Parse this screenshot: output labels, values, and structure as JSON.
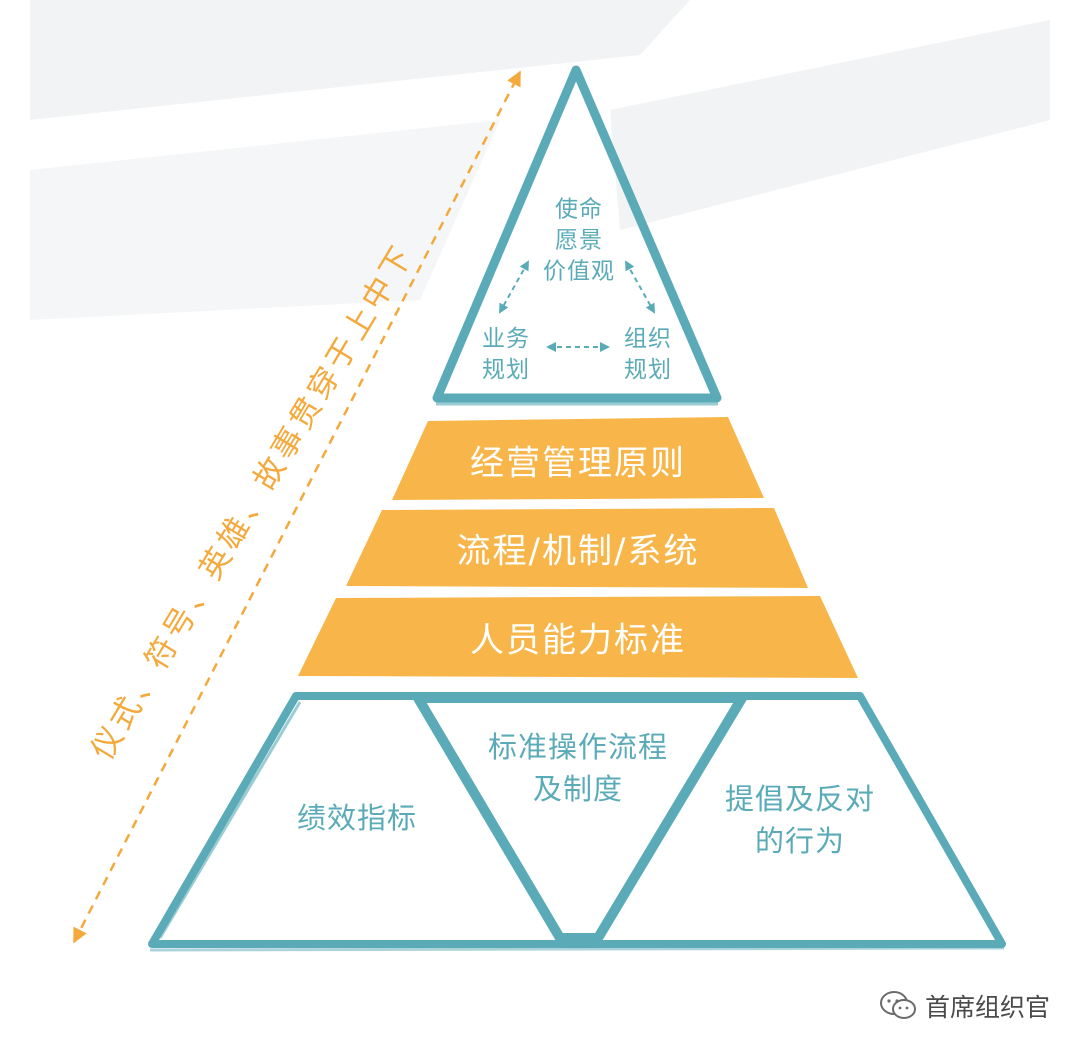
{
  "colors": {
    "teal": "#5aabb7",
    "orange": "#f8b64a",
    "arrow": "#f3a93c",
    "bg_stroke": "#f2f3f4"
  },
  "side_caption": "仪式、符号、英雄、故事贯穿于上中下",
  "top": {
    "center": [
      "使命",
      "愿景",
      "价值观"
    ],
    "left": [
      "业务",
      "规划"
    ],
    "right": [
      "组织",
      "规划"
    ]
  },
  "bands": [
    "经营管理原则",
    "流程/机制/系统",
    "人员能力标准"
  ],
  "bottom": {
    "left": "绩效指标",
    "middle": [
      "标准操作流程",
      "及制度"
    ],
    "right": [
      "提倡及反对",
      "的行为"
    ]
  },
  "watermark": {
    "icon": "wechat-icon",
    "text": "首席组织官"
  }
}
